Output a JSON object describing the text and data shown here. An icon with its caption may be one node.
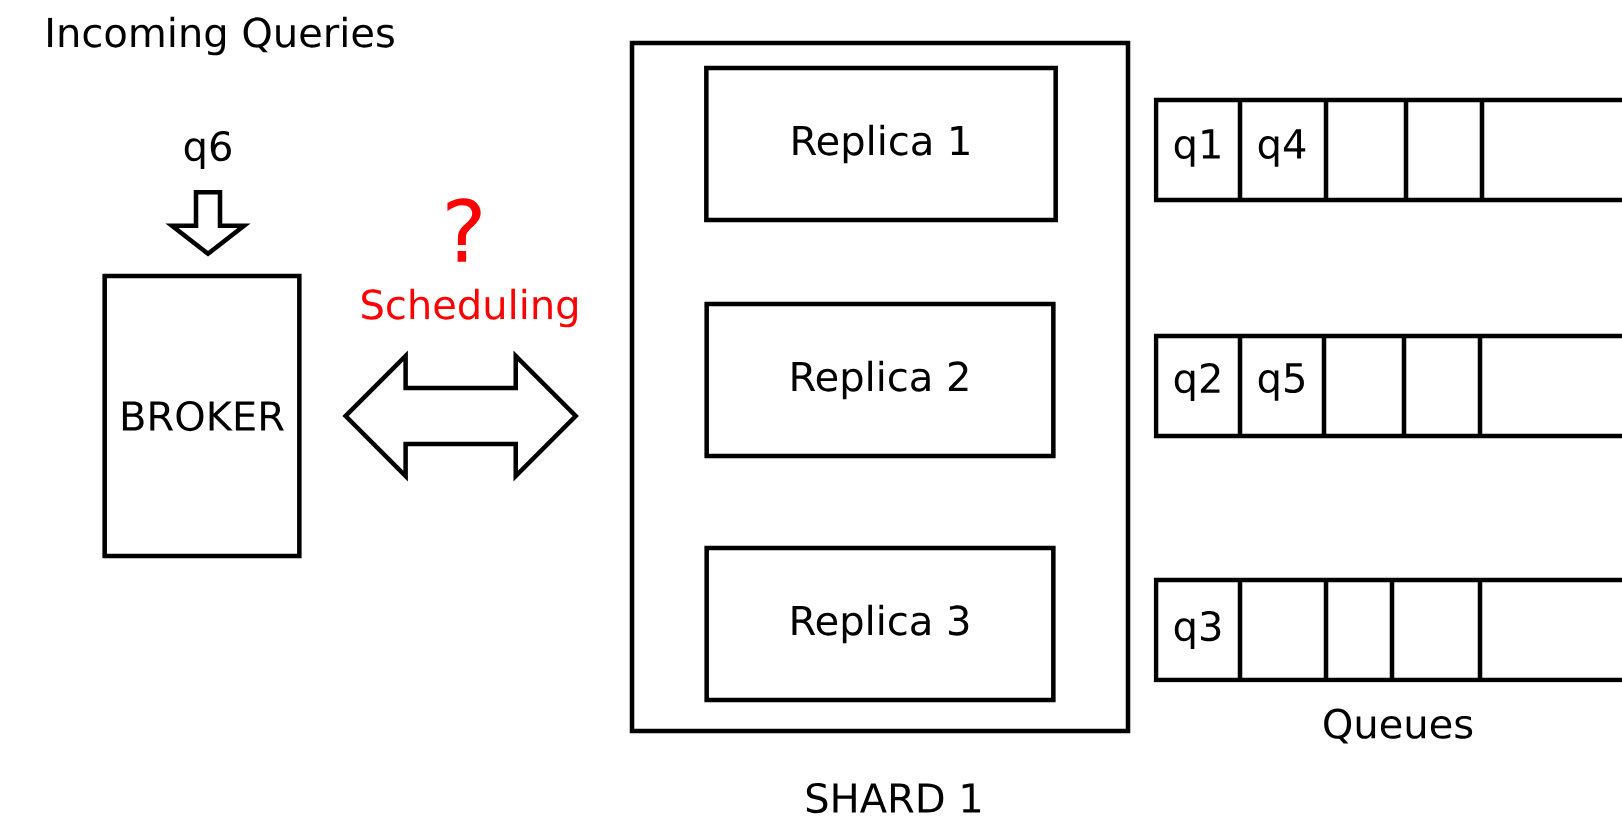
{
  "diagram": {
    "nodes": [
      {
        "text": [
          "BROKER"
        ]
      },
      {
        "text": [
          "SHARD 1"
        ]
      },
      {
        "text": [
          "Replica 1"
        ],
        "in": 1
      },
      {
        "text": [
          "Replica 2"
        ],
        "in": 1
      },
      {
        "text": [
          "Replica 3"
        ],
        "in": 1
      },
      {
        "text": [
          "q6"
        ]
      }
    ],
    "edges": [
      {
        "from": 5,
        "to": 0,
        "arrow": "to"
      },
      {
        "from": 0,
        "to": 1,
        "arrow": "both",
        "label": "Scheduling"
      }
    ],
    "labels": [
      "Incoming Queries",
      "?",
      "q1",
      "q4",
      "q2",
      "q5",
      "q3",
      "Queues"
    ]
  }
}
